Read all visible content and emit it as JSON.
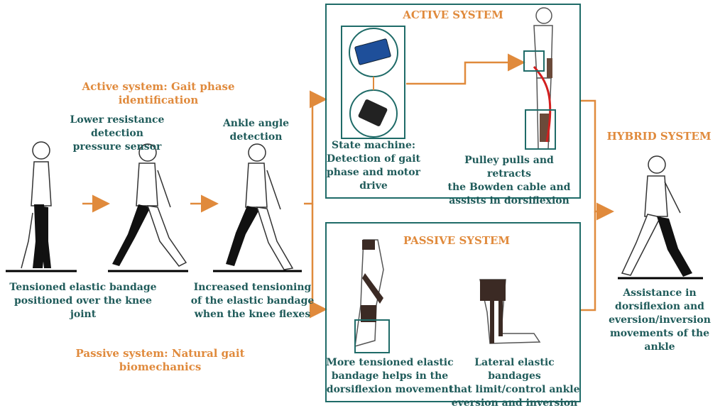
{
  "header_active": "Active system: Gait phase identification",
  "header_passive": "Passive system: Natural gait biomechanics",
  "sensor_label": "Lower resistance detection\npressure sensor",
  "ankle_label": "Ankle angle detection",
  "caption_knee": "Tensioned elastic bandage\npositioned over the knee joint",
  "caption_flex": "Increased tensioning\nof the elastic bandage\nwhen the knee flexes",
  "active_title": "ACTIVE SYSTEM",
  "state_machine": "State machine:\nDetection of gait\nphase and motor\ndrive",
  "pulley": "Pulley pulls and retracts\nthe Bowden cable and\nassists in dorsiflexion",
  "passive_title": "PASSIVE SYSTEM",
  "passive_left": "More tensioned elastic\nbandage helps in the\ndorsiflexion movement",
  "passive_right": "Lateral elastic bandages\nthat limit/control ankle\neversion and inversion",
  "hybrid_title": "HYBRID SYSTEM",
  "hybrid_caption": "Assistance in\ndorsiflexion and\neversion/inversion\nmovements of the ankle",
  "colors": {
    "teal": "#1f5b5a",
    "orange": "#e08a3c",
    "box_border": "#1f6b68"
  }
}
